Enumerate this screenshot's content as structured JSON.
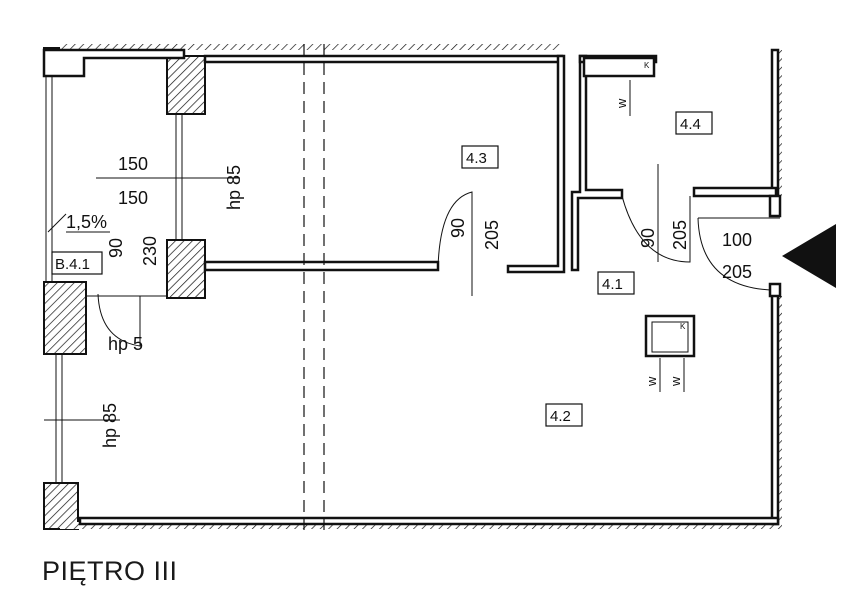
{
  "plan": {
    "floor_label": "PIĘTRO III",
    "rooms": [
      {
        "id": "room-4-1",
        "label": "4.1"
      },
      {
        "id": "room-4-2",
        "label": "4.2"
      },
      {
        "id": "room-4-3",
        "label": "4.3"
      },
      {
        "id": "room-4-4",
        "label": "4.4"
      },
      {
        "id": "balcony-b-4-1",
        "label": "B.4.1"
      }
    ],
    "dimensions": {
      "window_width_top": "150",
      "window_width_bottom": "150",
      "window_sill_kitchen": "hp 85",
      "window_sill_living": "hp 85",
      "balcony_door_width": "90",
      "balcony_door_height": "230",
      "balcony_sill": "hp 5",
      "slope": "1,5%",
      "door_43_width": "90",
      "door_43_height": "205",
      "door_44_width": "90",
      "door_44_height": "205",
      "entry_door_width": "100",
      "entry_door_height": "205"
    },
    "symbols": {
      "ventilation": "w",
      "chimney": "K"
    },
    "colors": {
      "line": "#111111",
      "background": "#ffffff"
    }
  }
}
